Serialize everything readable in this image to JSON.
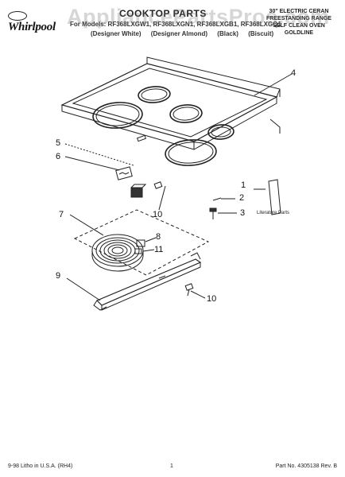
{
  "header": {
    "brand": "Whirlpool",
    "watermark": "AppliancePartsPros.com",
    "title": "COOKTOP PARTS",
    "models_line": "For Models: RF368LXGW1, RF368LXGN1, RF368LXGB1, RF368LXGQ1",
    "variants": [
      "(Designer White)",
      "(Designer Almond)",
      "(Black)",
      "(Biscuit)"
    ],
    "description": [
      "30\" ELECTRIC CERAN",
      "FREESTANDING RANGE",
      "SELF CLEAN OVEN",
      "GOLDLINE"
    ]
  },
  "callouts": {
    "c1": "1",
    "c2": "2",
    "c3": "3",
    "c4": "4",
    "c5": "5",
    "c6": "6",
    "c7": "7",
    "c8": "8",
    "c9": "9",
    "c10a": "10",
    "c10b": "10",
    "c11": "11"
  },
  "literature_label": "Literature Parts",
  "footer": {
    "left": "9-98 Litho in U.S.A. (RH4)",
    "center": "1",
    "right": "Part No. 4305138 Rev. B"
  }
}
